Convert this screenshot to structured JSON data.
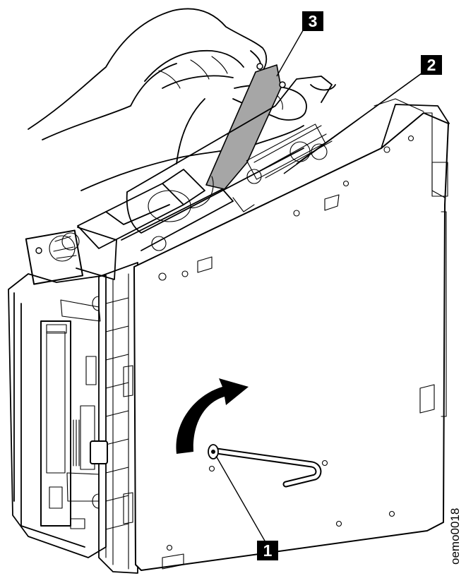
{
  "callouts": [
    {
      "id": "callout-1",
      "label": "1"
    },
    {
      "id": "callout-2",
      "label": "2"
    },
    {
      "id": "callout-3",
      "label": "3"
    }
  ],
  "figure_id": "oemo0018",
  "colors": {
    "line": "#000000",
    "tape": "#a6a6a6",
    "callout_bg": "#000000",
    "callout_text": "#ffffff"
  },
  "icons": [
    "tape-drive-chassis",
    "hand",
    "hex-key-wrench",
    "rotation-arrow",
    "tape-leader"
  ]
}
